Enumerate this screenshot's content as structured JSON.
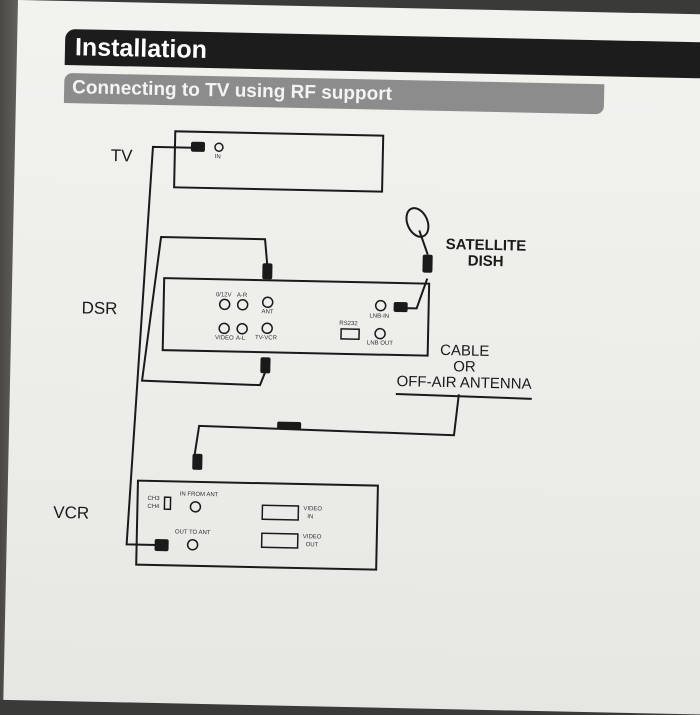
{
  "header": {
    "title": "Installation",
    "subtitle": "Connecting to TV using RF support"
  },
  "devices": {
    "tv": "TV",
    "dsr": "DSR",
    "vcr": "VCR"
  },
  "annotations": {
    "satellite_line1": "SATELLITE",
    "satellite_line2": "DISH",
    "cable_line1": "CABLE",
    "cable_line2": "OR",
    "cable_line3": "OFF-AIR ANTENNA"
  },
  "port_labels": {
    "tv_in": "IN",
    "dsr_0_12v": "0/12V",
    "dsr_a_r": "A-R",
    "dsr_ant": "ANT",
    "dsr_video": "VIDEO",
    "dsr_a_l": "A-L",
    "dsr_tv_vcr": "TV-VCR",
    "dsr_rs232": "RS232",
    "dsr_lnb_in": "LNB-IN",
    "dsr_lnb_out": "LNB OUT",
    "vcr_ch3": "CH3",
    "vcr_ch4": "CH4",
    "vcr_in_from_ant": "IN FROM ANT",
    "vcr_out_to_ant": "OUT TO ANT",
    "vcr_video_in_1": "VIDEO",
    "vcr_video_in_2": "IN",
    "vcr_video_out_1": "VIDEO",
    "vcr_video_out_2": "OUT"
  }
}
